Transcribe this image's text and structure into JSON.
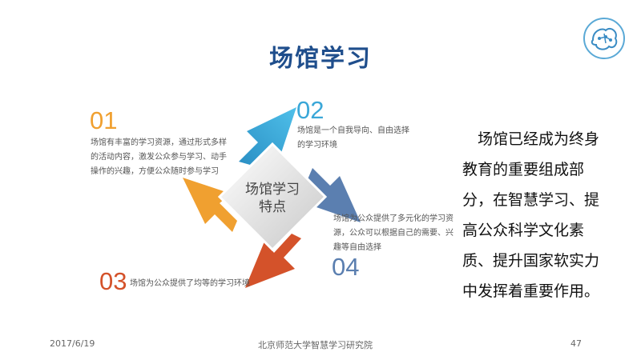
{
  "title": "场馆学习",
  "center_label": [
    "场馆学习",
    "特点"
  ],
  "items": [
    {
      "num": "01",
      "color": "#f0a030",
      "text": [
        "场馆有丰富的学习资源，通过形式多样",
        "的活动内容，激发公众参与学习、动手",
        "操作的兴趣，方便公众随时参与学习"
      ]
    },
    {
      "num": "02",
      "color": "#3aa7d8",
      "text": [
        "场馆是一个自我导向、自由选择",
        "的学习环境"
      ]
    },
    {
      "num": "03",
      "color": "#d4522a",
      "text": [
        "场馆为公众提供了均等的学习环境"
      ]
    },
    {
      "num": "04",
      "color": "#5b7fb0",
      "text": [
        "场馆为公众提供了多元化的学习资",
        "源，公众可以根据自己的需要、兴",
        "趣等自由选择"
      ]
    }
  ],
  "side_text": [
    "　场馆已经成为终身",
    "教育的重要组成部",
    "分，在智慧学习、提",
    "高公众科学文化素",
    "质、提升国家软实力",
    "中发挥着重要作用。"
  ],
  "footer": {
    "date": "2017/6/19",
    "org": "北京师范大学智慧学习研究院",
    "page": "47"
  },
  "colors": {
    "title": "#1f4e8c",
    "center_fill": "#dcdcdc"
  }
}
